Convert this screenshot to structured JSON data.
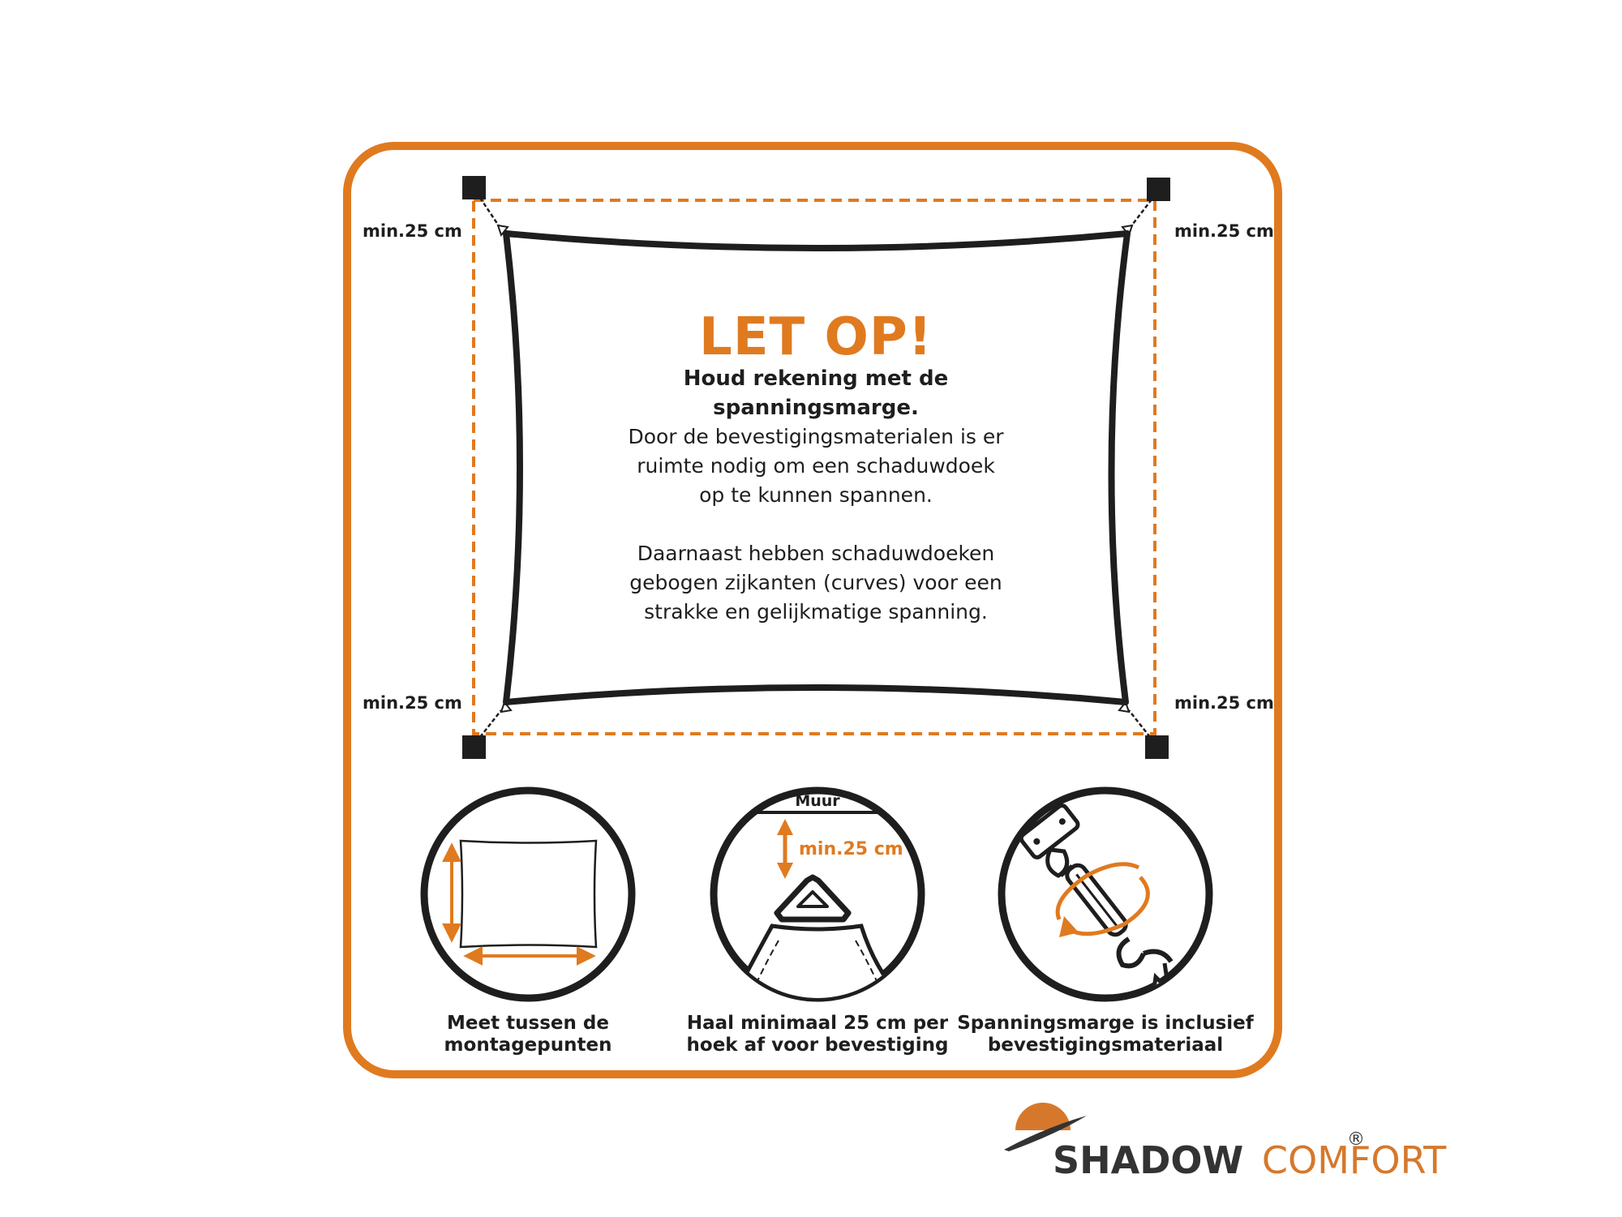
{
  "notice": {
    "title": "LET OP!",
    "subtitle_lines": [
      "Houd rekening met de",
      "spanningsmarge."
    ],
    "paragraph1_lines": [
      "Door de bevestigingsmaterialen is er",
      "ruimte nodig om een schaduwdoek",
      "op te kunnen spannen."
    ],
    "paragraph2_lines": [
      "Daarnaast hebben schaduwdoeken",
      "gebogen zijkanten (curves) voor een",
      "strakke en gelijkmatige spanning."
    ]
  },
  "corner_labels": {
    "top_left": "min.25 cm",
    "top_right": "min.25 cm",
    "bottom_left": "min.25 cm",
    "bottom_right": "min.25 cm"
  },
  "details": {
    "measure": {
      "caption_lines": [
        "Meet tussen de",
        "montagepunten"
      ],
      "icon": "measure-rectangle-icon"
    },
    "wall": {
      "wall_label": "Muur",
      "distance_label": "min.25 cm",
      "caption_lines": [
        "Haal minimaal 25 cm per",
        "hoek af voor bevestiging"
      ],
      "icon": "wall-corner-icon"
    },
    "tension": {
      "caption_lines": [
        "Spanningsmarge is inclusief",
        "bevestigingsmateriaal"
      ],
      "icon": "turnbuckle-icon"
    }
  },
  "brand": {
    "name_part1": "SHADOW",
    "name_part2": "COMFORT",
    "registered": "®",
    "icon": "sun-hat-logo-icon"
  },
  "colors": {
    "accent_orange": "#e07a1f",
    "dark": "#1e1e1e",
    "logo_dark": "#333333",
    "logo_orange": "#d6782c",
    "background": "#ffffff"
  }
}
